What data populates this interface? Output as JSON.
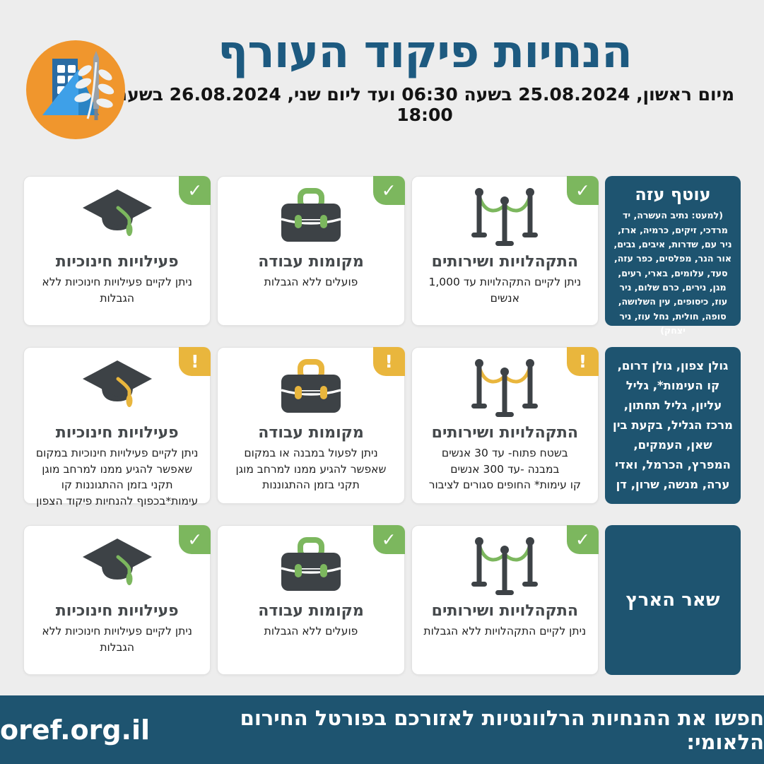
{
  "colors": {
    "title_blue": "#1d5a80",
    "panel_blue": "#1e5470",
    "ok_green": "#7cb75e",
    "warn_yellow": "#e9b63d",
    "logo_orange": "#f0962d",
    "background": "#ededed"
  },
  "glyphs": {
    "check": "✓",
    "warning": "!"
  },
  "header": {
    "title": "הנחיות פיקוד העורף",
    "subtitle": "מיום ראשון, 25.08.2024 בשעה 06:30 ועד ליום שני, 26.08.2024 בשעה 18:00"
  },
  "rows": [
    {
      "status": "check",
      "region": {
        "title": "עוטף עזה",
        "details": "(למעט: נתיב העשרה, יד מרדכי, זיקים, כרמיה, ארז, ניר עם, שדרות, איבים, גבים, אור הנר, מפלסים, כפר עזה, סעד, עלומים, בארי, רעים, מגן, נירים, כרם שלום, ניר עוז, כיסופים, עין השלושה, סופה, חולית, נחל עוז, ניר יצחק)"
      },
      "cards": [
        {
          "icon": "crowd-barrier-icon",
          "title": "התקהלויות ושירותים",
          "text": "ניתן לקיים התקהלויות עד 1,000 אנשים"
        },
        {
          "icon": "briefcase-icon",
          "title": "מקומות עבודה",
          "text": "פועלים ללא הגבלות"
        },
        {
          "icon": "graduation-cap-icon",
          "title": "פעילויות חינוכיות",
          "text": "ניתן לקיים פעילויות חינוכיות ללא הגבלות"
        }
      ]
    },
    {
      "status": "warning",
      "region": {
        "title": "",
        "details": "גולן צפון, גולן דרום, קו העימות*, גליל עליון, גליל תחתון, מרכז הגליל, בקעת בין שאן, העמקים, המפרץ, הכרמל, ואדי ערה, מנשה, שרון, דן"
      },
      "cards": [
        {
          "icon": "crowd-barrier-icon",
          "title": "התקהלויות ושירותים",
          "text": "בשטח פתוח- עד 30 אנשים\nבמבנה -עד 300 אנשים\nקו עימות* החופים סגורים לציבור"
        },
        {
          "icon": "briefcase-icon",
          "title": "מקומות עבודה",
          "text": "ניתן לפעול במבנה או במקום שאפשר להגיע ממנו למרחב מוגן תקני בזמן ההתגוננות"
        },
        {
          "icon": "graduation-cap-icon",
          "title": "פעילויות חינוכיות",
          "text": "ניתן לקיים פעילויות חינוכיות במקום שאפשר להגיע ממנו למרחב מוגן תקני בזמן ההתגוננות קו עימות*בכפוף להנחיות פיקוד הצפון"
        }
      ]
    },
    {
      "status": "check",
      "region": {
        "title": "שאר הארץ",
        "details": ""
      },
      "cards": [
        {
          "icon": "crowd-barrier-icon",
          "title": "התקהלויות ושירותים",
          "text": "ניתן לקיים התקהלויות ללא הגבלות"
        },
        {
          "icon": "briefcase-icon",
          "title": "מקומות עבודה",
          "text": "פועלים ללא הגבלות"
        },
        {
          "icon": "graduation-cap-icon",
          "title": "פעילויות חינוכיות",
          "text": "ניתן לקיים פעילויות חינוכיות ללא הגבלות"
        }
      ]
    }
  ],
  "footer": {
    "message": "חפשו את ההנחיות הרלוונטיות לאזורכם בפורטל החירום הלאומי:",
    "url": "oref.org.il"
  }
}
